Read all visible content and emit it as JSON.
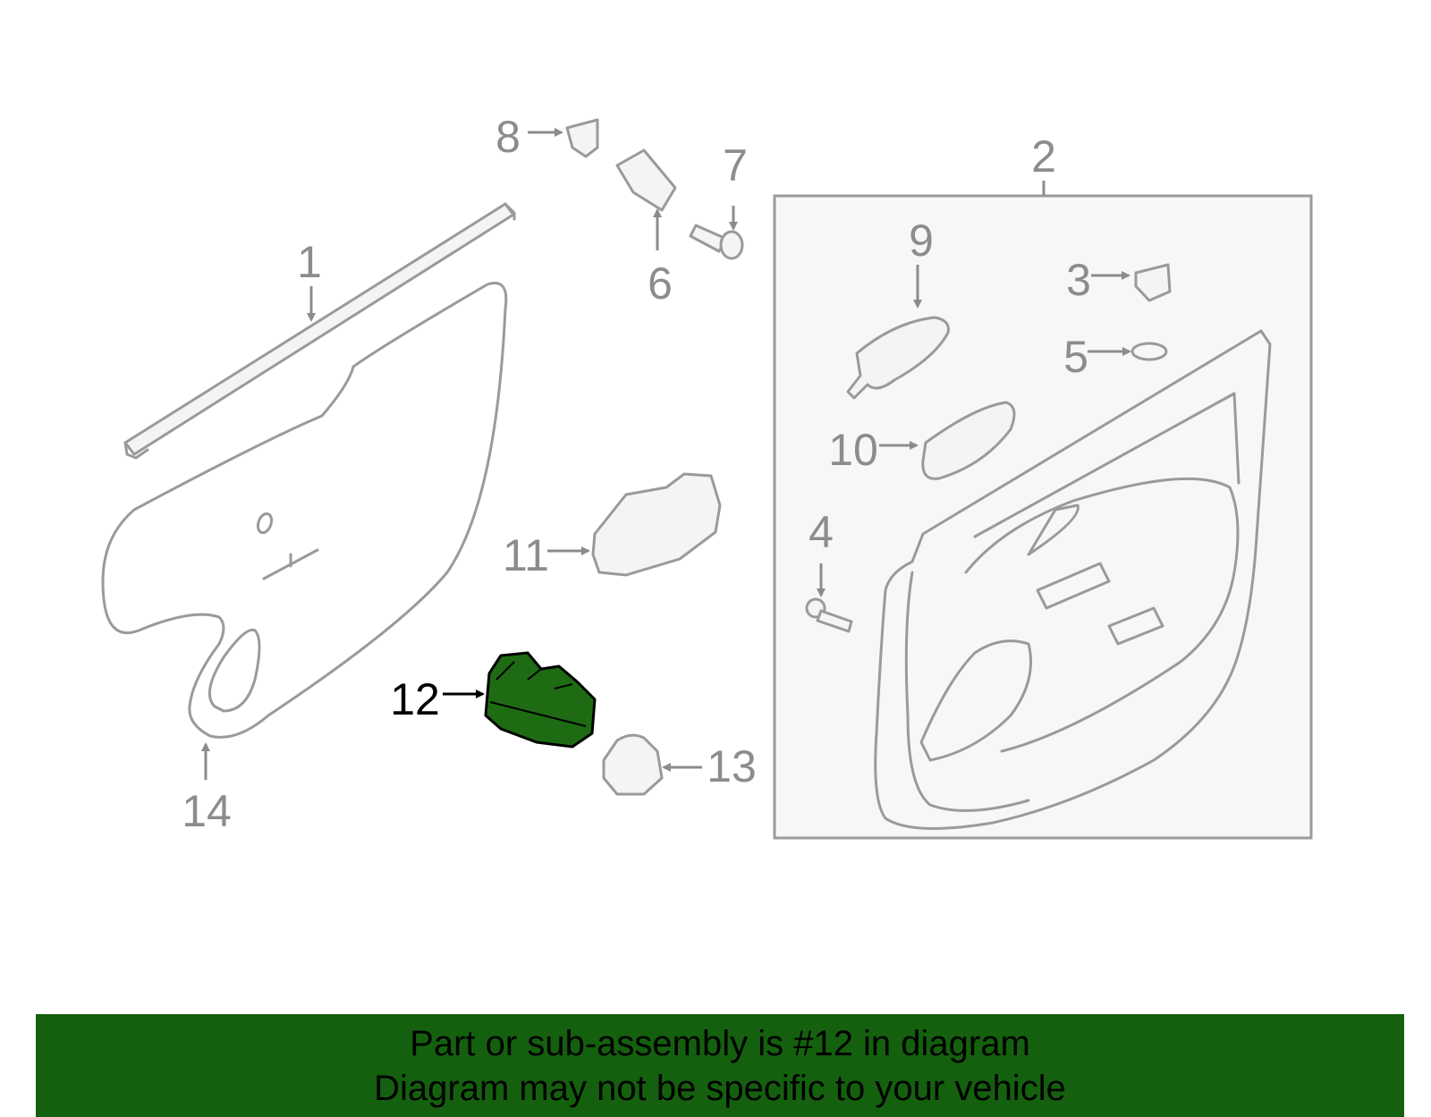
{
  "callouts": {
    "c1": "1",
    "c2": "2",
    "c3": "3",
    "c4": "4",
    "c5": "5",
    "c6": "6",
    "c7": "7",
    "c8": "8",
    "c9": "9",
    "c10": "10",
    "c11": "11",
    "c12": "12",
    "c13": "13",
    "c14": "14"
  },
  "highlight": {
    "part": "12",
    "color": "#1e6b14"
  },
  "banner": {
    "line1": "Part or sub-assembly is #12 in diagram",
    "line2": "Diagram may not be specific to your vehicle",
    "background": "#14600e"
  }
}
